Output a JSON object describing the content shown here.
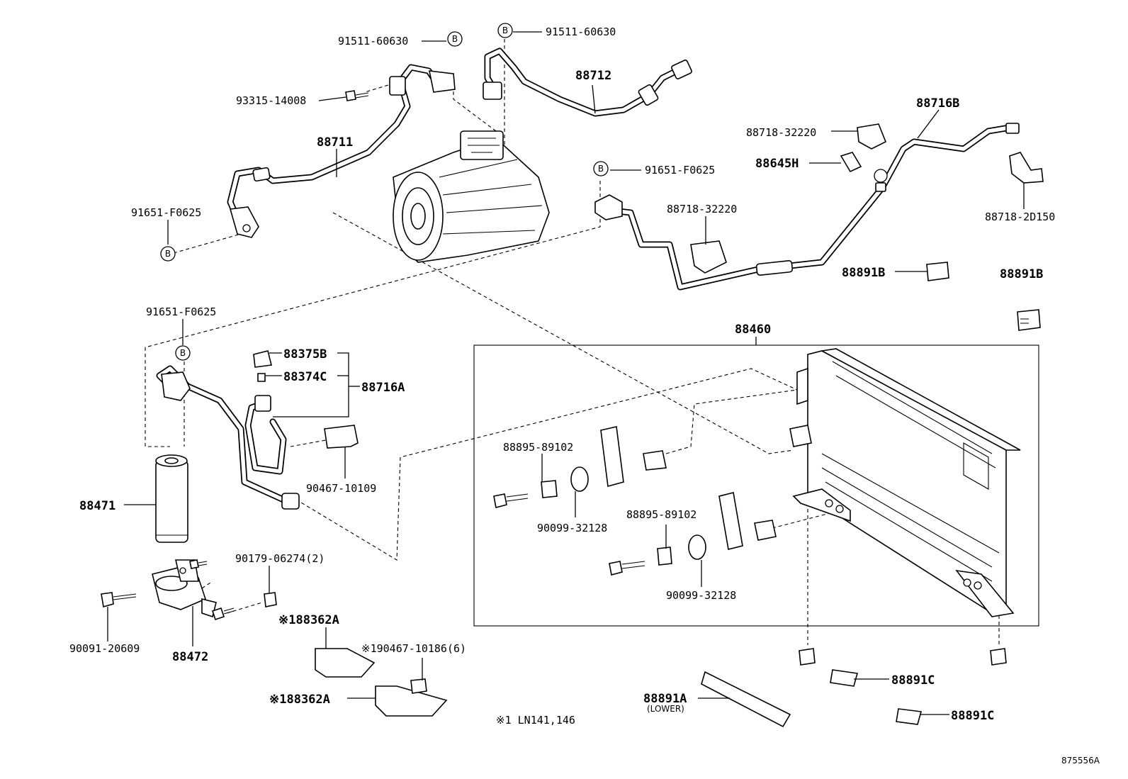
{
  "labels": {
    "l_91511_top_left": "91511-60630",
    "l_91511_top_right": "91511-60630",
    "l_93315": "93315-14008",
    "l_88712": "88712",
    "l_88711": "88711",
    "l_88716B": "88716B",
    "l_88718_32220_a": "88718-32220",
    "l_88645H": "88645H",
    "l_91651_mid": "91651-F0625",
    "l_91651_left": "91651-F0625",
    "l_88718_32220_b": "88718-32220",
    "l_88718_2D150": "88718-2D150",
    "l_88891B_a": "88891B",
    "l_88891B_b": "88891B",
    "l_91651_lower": "91651-F0625",
    "l_88375B": "88375B",
    "l_88374C": "88374C",
    "l_88716A": "88716A",
    "l_88460": "88460",
    "l_88895_a": "88895-89102",
    "l_88895_b": "88895-89102",
    "l_90467_10109": "90467-10109",
    "l_88471": "88471",
    "l_90099_a": "90099-32128",
    "l_90099_b": "90099-32128",
    "l_90179": "90179-06274(2)",
    "l_90091": "90091-20609",
    "l_88472": "88472",
    "l_88362A_a": "※188362A",
    "l_90467_10186": "※190467-10186(6)",
    "l_88362A_b": "※188362A",
    "l_88891A": "88891A",
    "l_lower": "(LOWER)",
    "l_88891C_a": "88891C",
    "l_88891C_b": "88891C",
    "l_note": "※1 LN141,146",
    "l_ref": "875556A"
  },
  "callout_letter": "B"
}
